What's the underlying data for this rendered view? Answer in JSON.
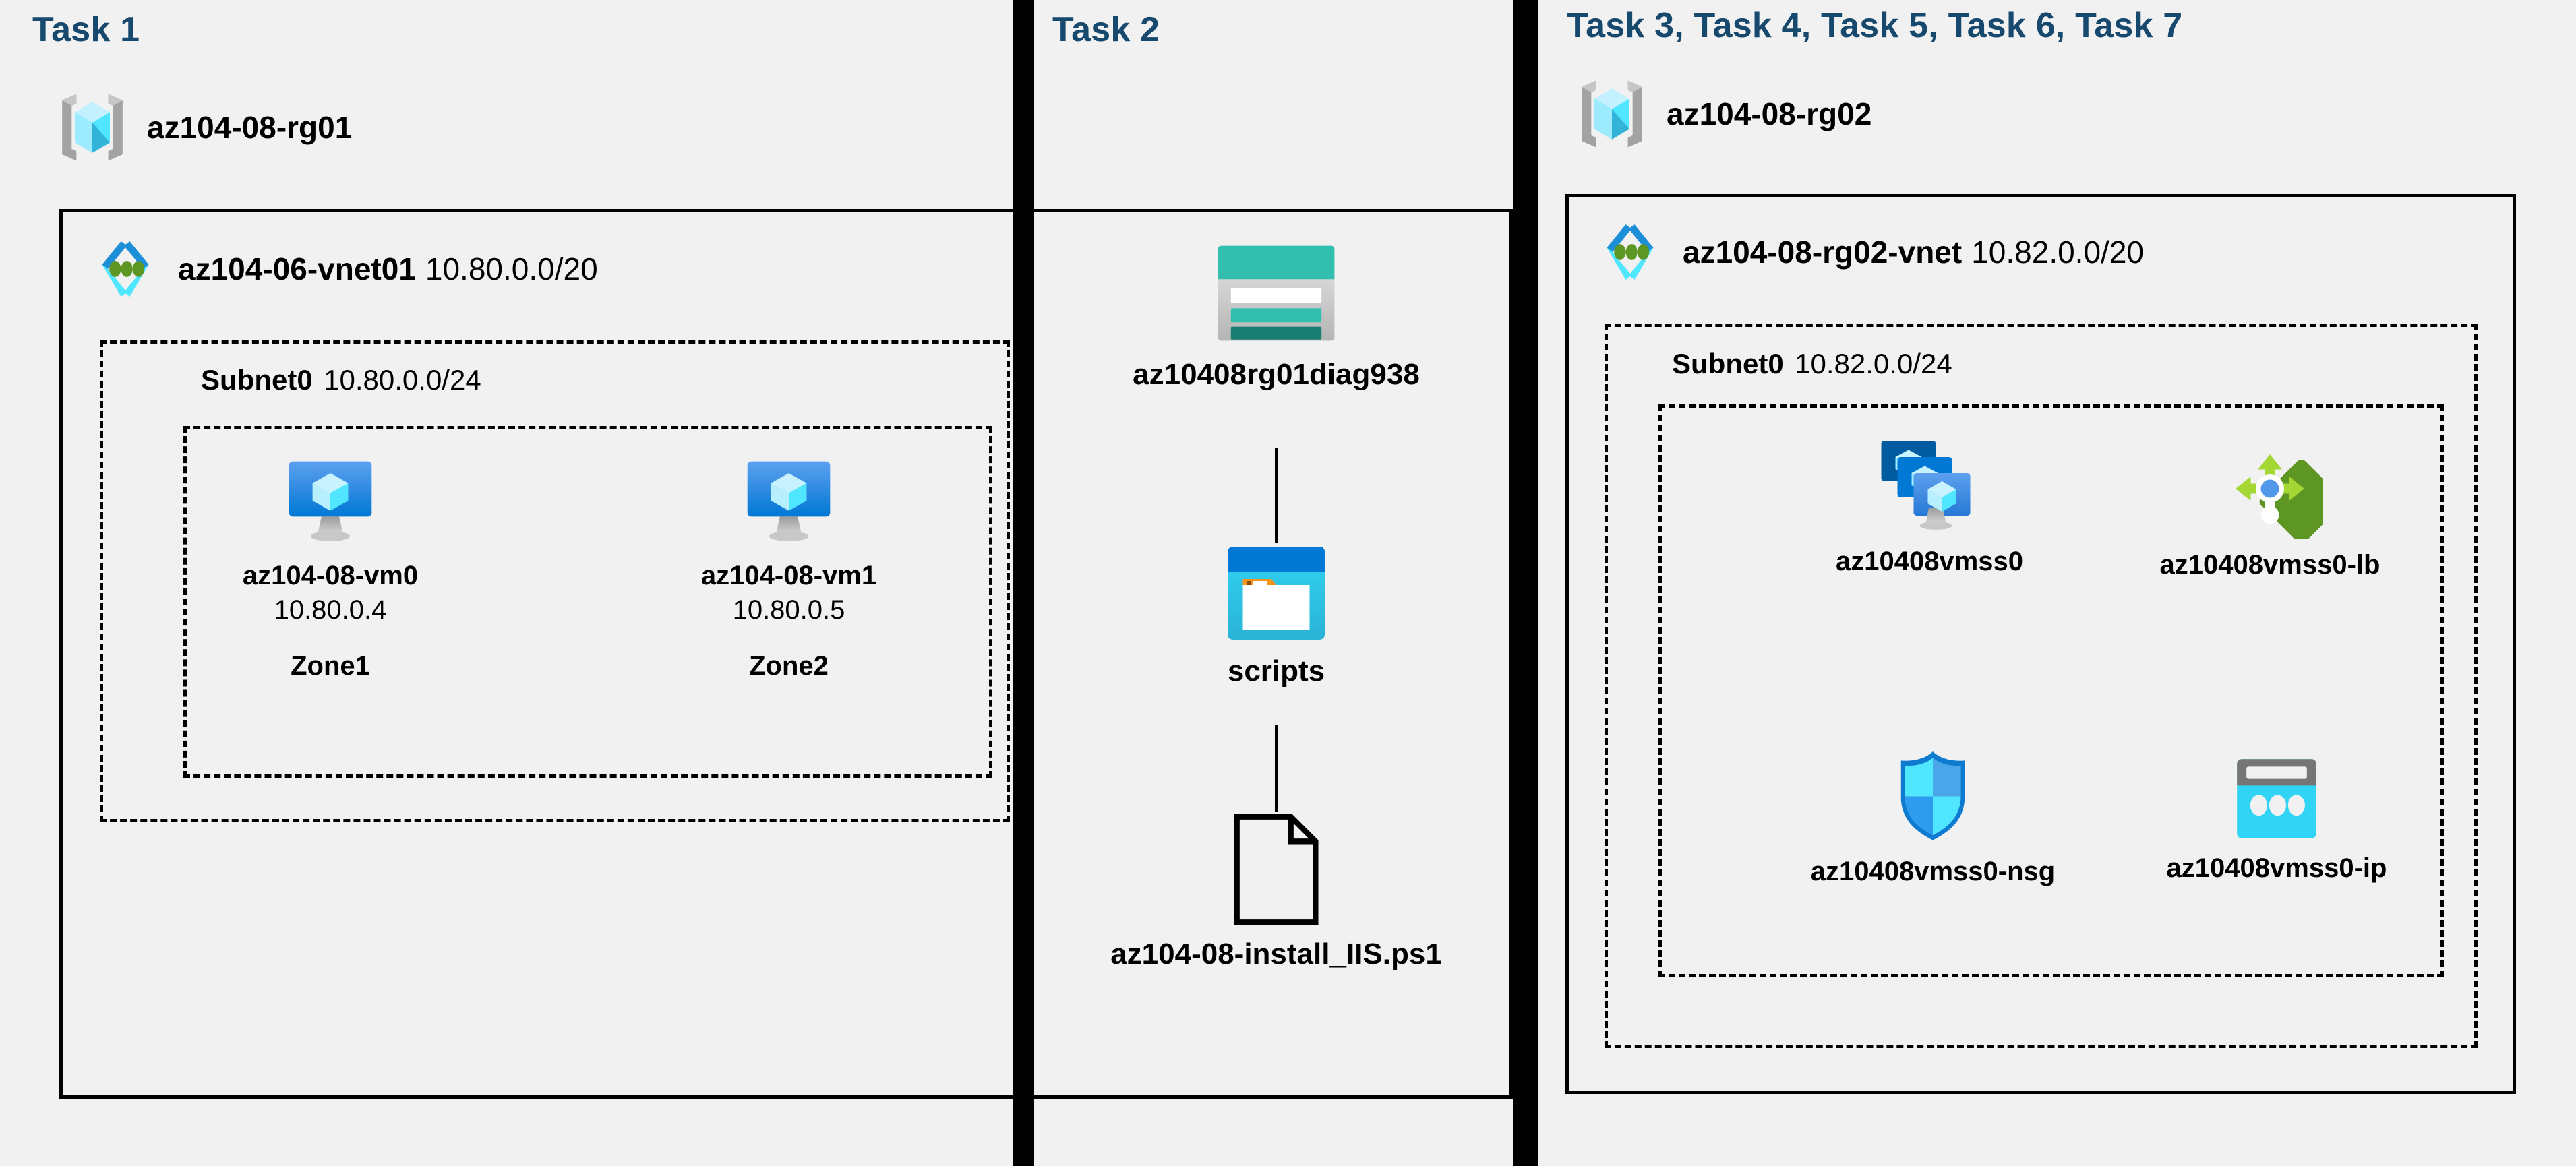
{
  "diagram": {
    "background": "#f1f1f1",
    "title_color": "#17486d",
    "panels": [
      {
        "id": "task1",
        "title": "Task 1"
      },
      {
        "id": "task2",
        "title": "Task 2"
      },
      {
        "id": "task3to7",
        "title": "Task 3, Task 4, Task 5, Task 6, Task 7"
      }
    ]
  },
  "task1": {
    "title": "Task 1",
    "resource_group": {
      "name": "az104-08-rg01",
      "icon": "resource-group-icon"
    },
    "vnet": {
      "name": "az104-06-vnet01",
      "cidr": "10.80.0.0/20",
      "icon": "virtual-network-icon"
    },
    "subnet": {
      "name": "Subnet0",
      "cidr": "10.80.0.0/24"
    },
    "vms": [
      {
        "name": "az104-08-vm0",
        "ip": "10.80.0.4",
        "zone": "Zone1",
        "icon": "virtual-machine-icon"
      },
      {
        "name": "az104-08-vm1",
        "ip": "10.80.0.5",
        "zone": "Zone2",
        "icon": "virtual-machine-icon"
      }
    ]
  },
  "task2": {
    "title": "Task 2",
    "nodes": [
      {
        "name": "az10408rg01diag938",
        "icon": "storage-account-icon"
      },
      {
        "name": "scripts",
        "icon": "blob-container-icon"
      },
      {
        "name": "az104-08-install_IIS.ps1",
        "icon": "script-file-icon"
      }
    ]
  },
  "task3to7": {
    "title": "Task 3, Task 4, Task 5, Task 6, Task 7",
    "resource_group": {
      "name": "az104-08-rg02",
      "icon": "resource-group-icon"
    },
    "vnet": {
      "name": "az104-08-rg02-vnet",
      "cidr": "10.82.0.0/20",
      "icon": "virtual-network-icon"
    },
    "subnet": {
      "name": "Subnet0",
      "cidr": "10.82.0.0/24"
    },
    "resources": [
      {
        "name": "az10408vmss0",
        "icon": "vm-scale-set-icon"
      },
      {
        "name": "az10408vmss0-lb",
        "icon": "load-balancer-icon"
      },
      {
        "name": "az10408vmss0-nsg",
        "icon": "network-security-group-icon"
      },
      {
        "name": "az10408vmss0-ip",
        "icon": "public-ip-address-icon"
      }
    ]
  },
  "colors": {
    "azure_blue": "#0078d4",
    "azure_cyan": "#50e6ff",
    "azure_light_cyan": "#9cebff",
    "teal": "#32bfb0",
    "teal_dark": "#1a7f72",
    "green": "#5e9624",
    "green_light": "#a4d733",
    "gray": "#a0a0a0",
    "title_blue": "#17486d",
    "background": "#f1f1f1"
  }
}
